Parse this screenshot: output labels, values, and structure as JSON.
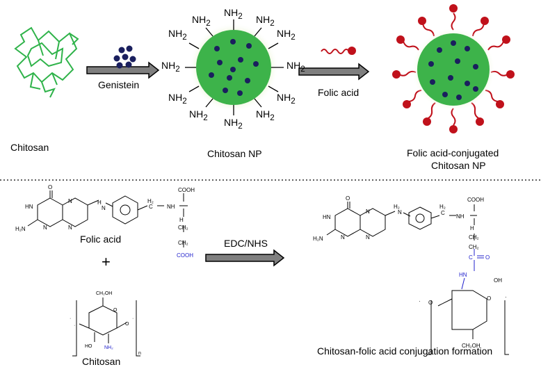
{
  "top": {
    "chitosan_label": "Chitosan",
    "genistein_label": "Genistein",
    "chitosan_np_label": "Chitosan NP",
    "folic_acid_label": "Folic acid",
    "fa_conjugated_line1": "Folic acid-conjugated",
    "fa_conjugated_line2": "Chitosan NP",
    "amine_label": "NH"
  },
  "bottom": {
    "folic_acid_label": "Folic acid",
    "plus_sign": "+",
    "chitosan_label": "Chitosan",
    "reagent_label": "EDC/NHS",
    "product_label": "Chitosan-folic acid conjugation formation"
  },
  "colors": {
    "chitosan_green": "#2fb34a",
    "np_green": "#3db34a",
    "np_glow": "#d8ecb0",
    "dot_navy": "#1a1f5e",
    "folate_red": "#c0111b",
    "blue_group": "#2222cc",
    "arrow_fill": "#7f7f7f"
  }
}
